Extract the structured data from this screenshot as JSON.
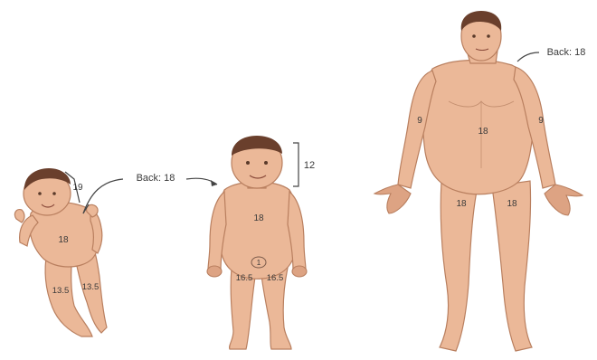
{
  "infant": {
    "head": "19",
    "back": "Back: 18",
    "trunk": "18",
    "left_leg": "13.5",
    "right_leg": "13.5"
  },
  "child": {
    "head_bracket": "12",
    "back": "Back: 18",
    "trunk": "18",
    "perineum": "1",
    "left_leg": "16.5",
    "right_leg": "16.5"
  },
  "adult": {
    "back": "Back: 18",
    "trunk": "18",
    "left_arm": "9",
    "right_arm": "9",
    "left_leg": "18",
    "right_leg": "18"
  }
}
